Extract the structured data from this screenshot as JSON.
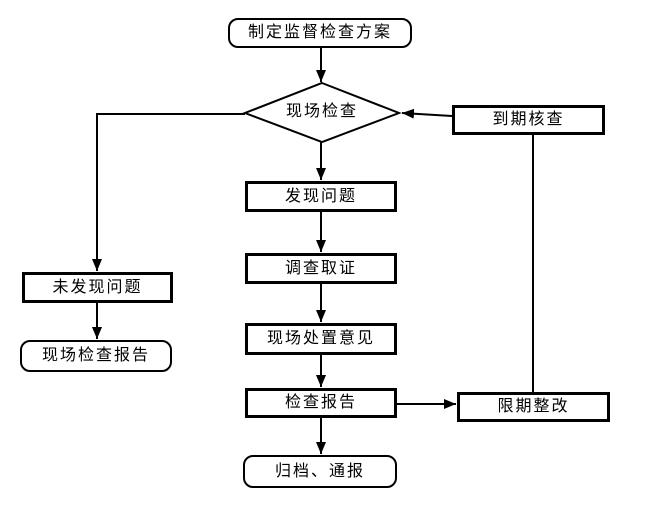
{
  "diagram": {
    "type": "flowchart",
    "colors": {
      "stroke": "#000000",
      "background": "#ffffff",
      "text": "#000000"
    },
    "nodes": {
      "plan": {
        "label": "制定监督检查方案",
        "shape": "rounded-rect"
      },
      "onsite_check": {
        "label": "现场检查",
        "shape": "diamond"
      },
      "due_verify": {
        "label": "到期核查",
        "shape": "rect"
      },
      "found_problem": {
        "label": "发现问题",
        "shape": "rect"
      },
      "investigate": {
        "label": "调查取证",
        "shape": "rect"
      },
      "onsite_opinion": {
        "label": "现场处置意见",
        "shape": "rect"
      },
      "inspection_report": {
        "label": "检查报告",
        "shape": "rect"
      },
      "archive": {
        "label": "归档、通报",
        "shape": "rounded-rect"
      },
      "no_problem": {
        "label": "未发现问题",
        "shape": "rect"
      },
      "onsite_report": {
        "label": "现场检查报告",
        "shape": "rounded-rect"
      },
      "rectify": {
        "label": "限期整改",
        "shape": "rect"
      }
    },
    "edges": [
      {
        "from": "plan",
        "to": "onsite_check",
        "arrow": true
      },
      {
        "from": "onsite_check",
        "to": "found_problem",
        "arrow": true
      },
      {
        "from": "found_problem",
        "to": "investigate",
        "arrow": true
      },
      {
        "from": "investigate",
        "to": "onsite_opinion",
        "arrow": true
      },
      {
        "from": "onsite_opinion",
        "to": "inspection_report",
        "arrow": true
      },
      {
        "from": "inspection_report",
        "to": "archive",
        "arrow": true
      },
      {
        "from": "onsite_check",
        "to": "no_problem",
        "arrow": true
      },
      {
        "from": "no_problem",
        "to": "onsite_report",
        "arrow": true
      },
      {
        "from": "due_verify",
        "to": "onsite_check",
        "arrow": true
      },
      {
        "from": "inspection_report",
        "to": "rectify",
        "arrow": true
      },
      {
        "from": "rectify",
        "to": "due_verify",
        "arrow": false
      }
    ]
  }
}
